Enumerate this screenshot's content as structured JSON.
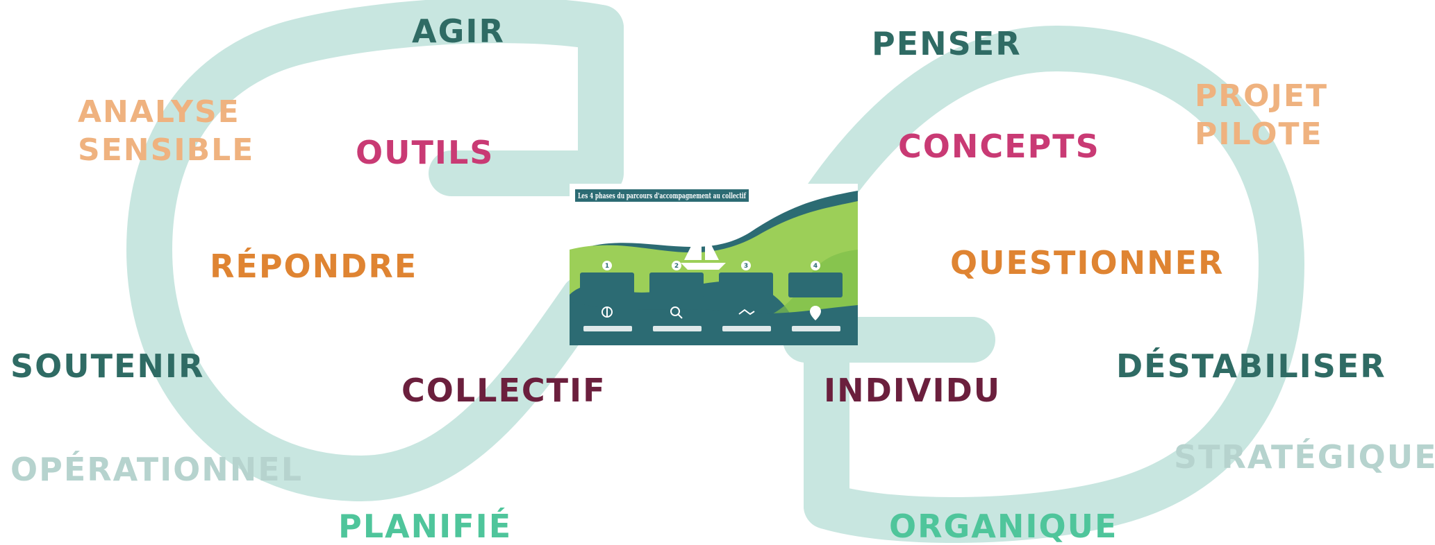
{
  "colors": {
    "loop": "#c8e6e0",
    "dark_teal": "#2f6b64",
    "magenta": "#c93a74",
    "orange": "#df8432",
    "peach": "#efb27f",
    "plum": "#6b1f3d",
    "pale": "#b6d3ce",
    "mint": "#4fc59b"
  },
  "labels": {
    "agir": "AGIR",
    "penser": "PENSER",
    "analyse_sensible": "ANALYSE\nSENSIBLE",
    "projet_pilote": "PROJET\nPILOTE",
    "outils": "OUTILS",
    "concepts": "CONCEPTS",
    "repondre": "RÉPONDRE",
    "questionner": "QUESTIONNER",
    "soutenir": "SOUTENIR",
    "destabiliser": "DÉSTABILISER",
    "collectif": "COLLECTIF",
    "individu": "INDIVIDU",
    "operationnel": "OPÉRATIONNEL",
    "strategique": "STRATÉGIQUE",
    "planifie": "PLANIFIÉ",
    "organique": "ORGANIQUE"
  },
  "center_image": {
    "title": "Les 4 phases du parcours d'accompagnement au collectif",
    "steps": [
      "1",
      "2",
      "3",
      "4"
    ]
  },
  "icons": [
    "sailboat-icon",
    "compass-icon",
    "magnifier-icon",
    "handshake-icon",
    "location-pin-icon"
  ]
}
